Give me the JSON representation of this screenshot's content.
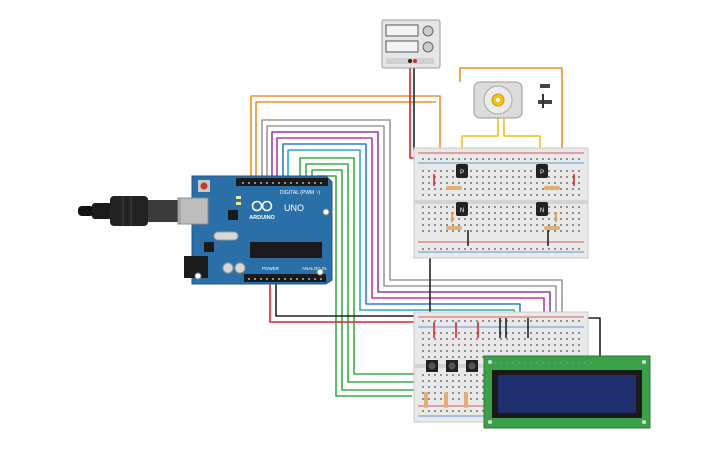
{
  "arduino": {
    "brand": "ARDUINO",
    "model": "UNO",
    "header_digital": "DIGITAL (PWM ~)",
    "header_power": "POWER",
    "header_analog": "ANALOG IN",
    "board_color": "#2a6fa8"
  },
  "transistors": {
    "p_label": "P",
    "n_label": "N"
  },
  "power_supply": {
    "body_color": "#e6e6e6"
  },
  "lcd": {
    "pcb_color": "#3aa04a",
    "screen_color": "#1e2e6e"
  },
  "wire_colors": {
    "orange": "#e8932e",
    "red": "#d42a2a",
    "black": "#222222",
    "grey": "#9a9a9a",
    "purple": "#8b3fb0",
    "magenta": "#c0399c",
    "blue": "#2f7fd0",
    "cyan": "#2aaac0",
    "green": "#3aab4a",
    "yellow": "#f2c21a"
  },
  "icons": {
    "arduino_logo": "infinity-logo-icon",
    "usb_cable": "usb-plug-icon",
    "dc_jack": "barrel-jack-icon",
    "motor": "dc-motor-icon",
    "switch": "slide-switch-icon"
  }
}
